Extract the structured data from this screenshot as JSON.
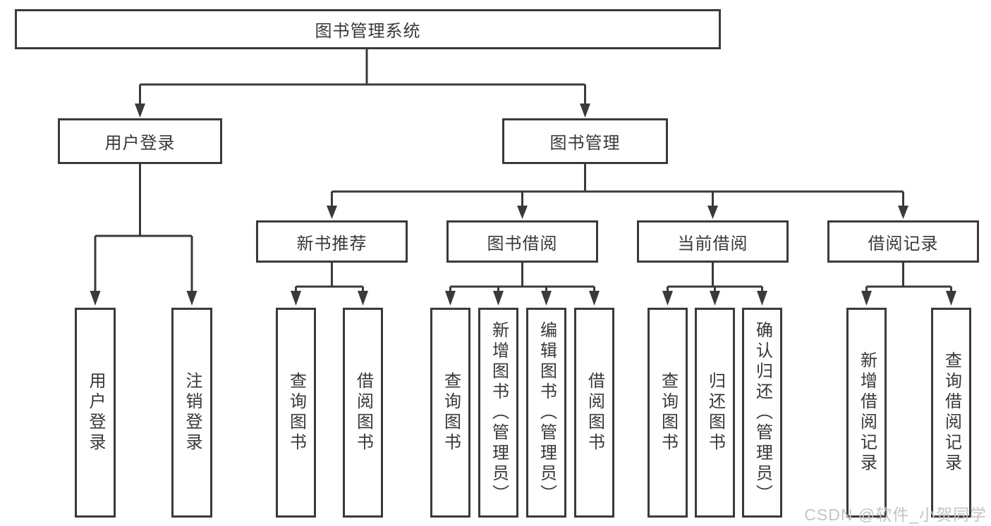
{
  "colors": {
    "line": "#3a3a3a",
    "text": "#383838",
    "box_fill": "#ffffff",
    "background": "#ffffff",
    "watermark": "#c4c4c4"
  },
  "watermark": {
    "text": "CSDN @软件_小贺同学"
  },
  "diagram": {
    "type": "tree",
    "root": {
      "label": "图书管理系统",
      "children": [
        {
          "label": "用户登录",
          "children": [
            {
              "label": "用户登录"
            },
            {
              "label": "注销登录"
            }
          ]
        },
        {
          "label": "图书管理",
          "children": [
            {
              "label": "新书推荐",
              "children": [
                {
                  "label": "查询图书"
                },
                {
                  "label": "借阅图书"
                }
              ]
            },
            {
              "label": "图书借阅",
              "children": [
                {
                  "label": "查询图书"
                },
                {
                  "label": "新增图书（管理员）"
                },
                {
                  "label": "编辑图书（管理员）"
                },
                {
                  "label": "借阅图书"
                }
              ]
            },
            {
              "label": "当前借阅",
              "children": [
                {
                  "label": "查询图书"
                },
                {
                  "label": "归还图书"
                },
                {
                  "label": "确认归还（管理员）"
                }
              ]
            },
            {
              "label": "借阅记录",
              "children": [
                {
                  "label": "新增借阅记录"
                },
                {
                  "label": "查询借阅记录"
                }
              ]
            }
          ]
        }
      ]
    }
  }
}
